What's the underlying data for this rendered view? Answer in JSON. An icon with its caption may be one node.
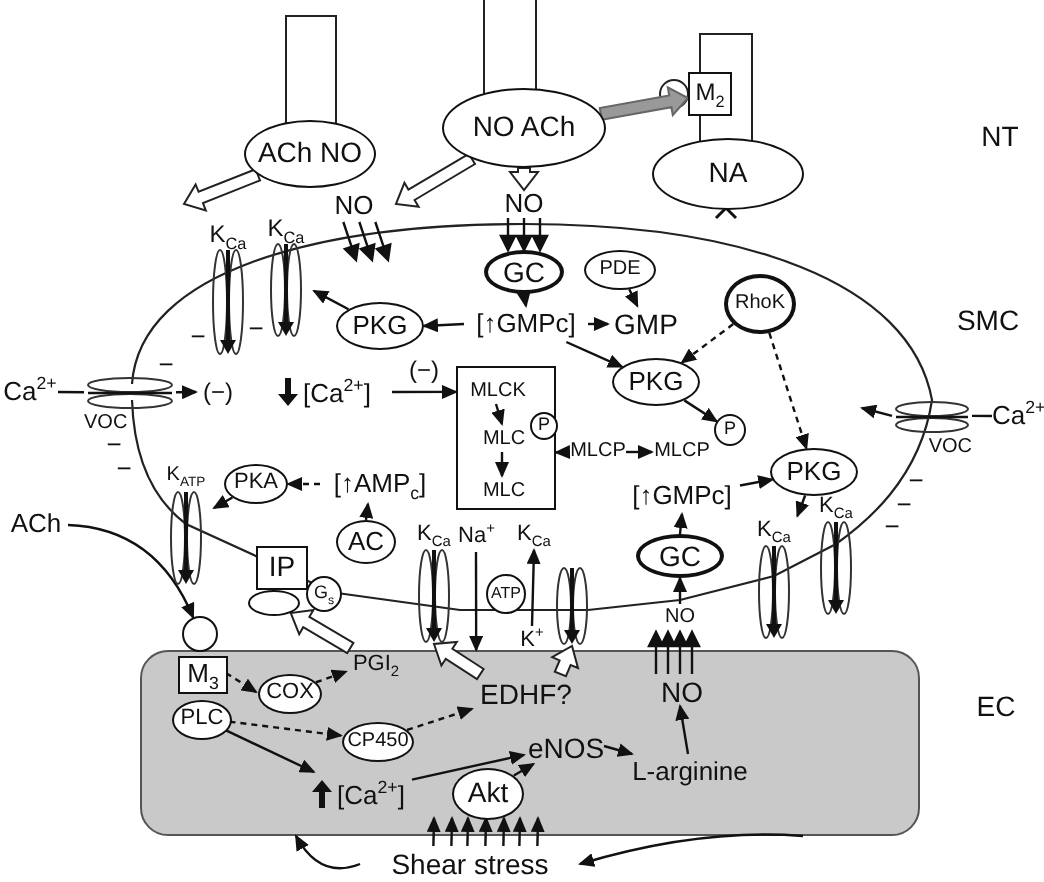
{
  "diagram": {
    "nodes": [
      {
        "text": [
          "ACh NO"
        ]
      },
      {
        "text": [
          "NO ACh"
        ]
      },
      {
        "text": [
          "M$_{2}$"
        ]
      },
      {
        "text": [
          "NA"
        ]
      },
      {
        "text": [],
        "shape": "ellipse"
      },
      {
        "text": [
          "NO"
        ]
      },
      {
        "text": [
          "GC"
        ],
        "in": 4
      },
      {
        "text": [
          "PDE"
        ],
        "in": 4
      },
      {
        "text": [
          "[↑GMPc]"
        ],
        "in": 4
      },
      {
        "text": [
          "GMP"
        ],
        "in": 4
      },
      {
        "text": [
          "PKG"
        ],
        "in": 4
      },
      {
        "text": [
          "K$_{Ca}$"
        ],
        "in": 4
      },
      {
        "text": [
          "K$_{Ca}$"
        ],
        "in": 4
      },
      {
        "text": [
          "NO"
        ]
      },
      {
        "text": [
          "RhoK"
        ],
        "in": 4
      },
      {
        "text": [
          "PKG"
        ],
        "in": 4
      },
      {
        "text": [
          "Ca$^{2+}$"
        ]
      },
      {
        "text": [
          "VOC"
        ]
      },
      {
        "text": [
          "(−)"
        ],
        "in": 4
      },
      {
        "text": [
          "[Ca$^{2+}$]"
        ],
        "in": 4
      },
      {
        "text": [],
        "shape": "box",
        "in": 4
      },
      {
        "text": [
          "MLCK"
        ],
        "in": 20
      },
      {
        "text": [
          "MLC"
        ],
        "in": 20
      },
      {
        "text": [
          "P"
        ],
        "in": 20
      },
      {
        "text": [
          "MLC"
        ],
        "in": 20
      },
      {
        "text": [
          "MLCP"
        ],
        "in": 4
      },
      {
        "text": [
          "MLCP"
        ],
        "in": 4
      },
      {
        "text": [
          "P"
        ],
        "in": 4
      },
      {
        "text": [
          "Ca$^{2+}$"
        ]
      },
      {
        "text": [
          "VOC"
        ]
      },
      {
        "text": [
          "PKG"
        ],
        "in": 4
      },
      {
        "text": [
          "[↑GMPc]"
        ],
        "in": 4
      },
      {
        "text": [
          "GC"
        ],
        "in": 4
      },
      {
        "text": [
          "NO"
        ]
      },
      {
        "text": [
          "K$_{Ca}$"
        ]
      },
      {
        "text": [
          "K$_{Ca}$"
        ],
        "in": 4
      },
      {
        "text": [
          "K$_{ATP}$"
        ],
        "in": 4
      },
      {
        "text": [
          "PKA"
        ],
        "in": 4
      },
      {
        "text": [
          "[↑AMP$_{c}$]"
        ],
        "in": 4
      },
      {
        "text": [
          "AC"
        ],
        "in": 4
      },
      {
        "text": [
          "IP"
        ],
        "in": 4
      },
      {
        "text": [
          "G$_{s}$"
        ],
        "in": 4
      },
      {
        "text": [],
        "shape": "ellipse",
        "in": 4
      },
      {
        "text": [
          "ACh"
        ]
      },
      {
        "text": [],
        "shape": "circle"
      },
      {
        "text": [
          "K$_{Ca}$"
        ]
      },
      {
        "text": [
          "Na$^{+}$"
        ],
        "in": 4
      },
      {
        "text": [
          "ATP"
        ],
        "in": 4
      },
      {
        "text": [
          "K$_{Ca}$"
        ],
        "in": 4
      },
      {
        "text": [
          "K$^{+}$"
        ]
      },
      {
        "text": [],
        "shape": "channel"
      },
      {
        "text": [],
        "shape": "box"
      },
      {
        "text": [
          "M$_{3}$"
        ],
        "in": 51
      },
      {
        "text": [
          "PLC"
        ],
        "in": 51
      },
      {
        "text": [
          "COX"
        ],
        "in": 51
      },
      {
        "text": [
          "PGI$_{2}$"
        ],
        "in": 51
      },
      {
        "text": [
          "CP450"
        ],
        "in": 51
      },
      {
        "text": [
          "EDHF?"
        ],
        "in": 51
      },
      {
        "text": [
          "[Ca$^{2+}$]"
        ],
        "in": 51
      },
      {
        "text": [
          "Akt"
        ],
        "in": 51
      },
      {
        "text": [
          "eNOS"
        ],
        "in": 51
      },
      {
        "text": [
          "L-arginine"
        ],
        "in": 51
      },
      {
        "text": [
          "NO"
        ],
        "in": 51
      },
      {
        "text": [
          "Shear stress"
        ]
      }
    ],
    "edges": [
      {
        "from": 0,
        "to": null,
        "arrow": "to",
        "style": "thick"
      },
      {
        "from": 1,
        "to": null,
        "arrow": "to",
        "style": "thick"
      },
      {
        "from": 1,
        "to": 5,
        "arrow": "to",
        "style": "thick"
      },
      {
        "from": 1,
        "to": 2,
        "arrow": "to",
        "style": "thick",
        "color": "#999999"
      },
      {
        "from": 5,
        "to": 6,
        "arrow": "to"
      },
      {
        "from": 6,
        "to": 8,
        "arrow": "to"
      },
      {
        "from": 7,
        "to": 9,
        "arrow": "to"
      },
      {
        "from": 8,
        "to": 9,
        "arrow": "to"
      },
      {
        "from": 8,
        "to": 10,
        "arrow": "to"
      },
      {
        "from": 10,
        "to": 12,
        "arrow": "to"
      },
      {
        "from": 13,
        "to": null,
        "arrow": "to"
      },
      {
        "from": 8,
        "to": 15,
        "arrow": "to"
      },
      {
        "from": 14,
        "to": 15,
        "arrow": "to",
        "style": "dashed"
      },
      {
        "from": 14,
        "to": 30,
        "arrow": "to",
        "style": "dashed"
      },
      {
        "from": 15,
        "to": 27,
        "arrow": "to"
      },
      {
        "from": 16,
        "to": 17,
        "arrow": "none"
      },
      {
        "from": 19,
        "to": 20,
        "arrow": "to",
        "label": "(−)"
      },
      {
        "from": 21,
        "to": 22,
        "arrow": "to"
      },
      {
        "from": 22,
        "to": 24,
        "arrow": "to"
      },
      {
        "from": 25,
        "to": 20,
        "arrow": "to"
      },
      {
        "from": 25,
        "to": 26,
        "arrow": "to"
      },
      {
        "from": 28,
        "to": 29,
        "arrow": "none"
      },
      {
        "from": 31,
        "to": 30,
        "arrow": "to"
      },
      {
        "from": 32,
        "to": 31,
        "arrow": "to"
      },
      {
        "from": 33,
        "to": 32,
        "arrow": "to"
      },
      {
        "from": 30,
        "to": 34,
        "arrow": "to"
      },
      {
        "from": 38,
        "to": 37,
        "arrow": "to",
        "style": "dashed"
      },
      {
        "from": 37,
        "to": 36,
        "arrow": "to"
      },
      {
        "from": 39,
        "to": 38,
        "arrow": "to"
      },
      {
        "from": 43,
        "to": 44,
        "arrow": "to"
      },
      {
        "from": 62,
        "to": 33,
        "arrow": "to"
      },
      {
        "from": 46,
        "to": 51,
        "arrow": "to"
      },
      {
        "from": 49,
        "to": 48,
        "arrow": "to"
      },
      {
        "from": 52,
        "to": 54,
        "arrow": "to",
        "style": "dashed"
      },
      {
        "from": 54,
        "to": 55,
        "arrow": "to",
        "style": "dashed"
      },
      {
        "from": 55,
        "to": 42,
        "arrow": "to",
        "style": "thick"
      },
      {
        "from": 53,
        "to": 56,
        "arrow": "to",
        "style": "dashed"
      },
      {
        "from": 56,
        "to": 57,
        "arrow": "to",
        "style": "dashed"
      },
      {
        "from": 57,
        "to": 45,
        "arrow": "to",
        "style": "thick"
      },
      {
        "from": 57,
        "to": 50,
        "arrow": "to",
        "style": "thick"
      },
      {
        "from": 53,
        "to": 58,
        "arrow": "to"
      },
      {
        "from": 58,
        "to": 60,
        "arrow": "to"
      },
      {
        "from": 59,
        "to": 60,
        "arrow": "to"
      },
      {
        "from": 60,
        "to": 61,
        "arrow": "to"
      },
      {
        "from": 61,
        "to": 62,
        "arrow": "to"
      },
      {
        "from": 63,
        "to": 59,
        "arrow": "to"
      },
      {
        "from": 51,
        "to": 63,
        "arrow": "to"
      },
      {
        "from": 63,
        "to": 51,
        "arrow": "to"
      },
      {
        "from": 17,
        "to": 18,
        "arrow": "to"
      },
      {
        "from": 29,
        "to": null,
        "arrow": "to"
      }
    ],
    "labels": [
      "NT",
      "SMC",
      "EC",
      "−",
      "−",
      "−",
      "−",
      "−",
      "−",
      "−",
      "−"
    ]
  }
}
